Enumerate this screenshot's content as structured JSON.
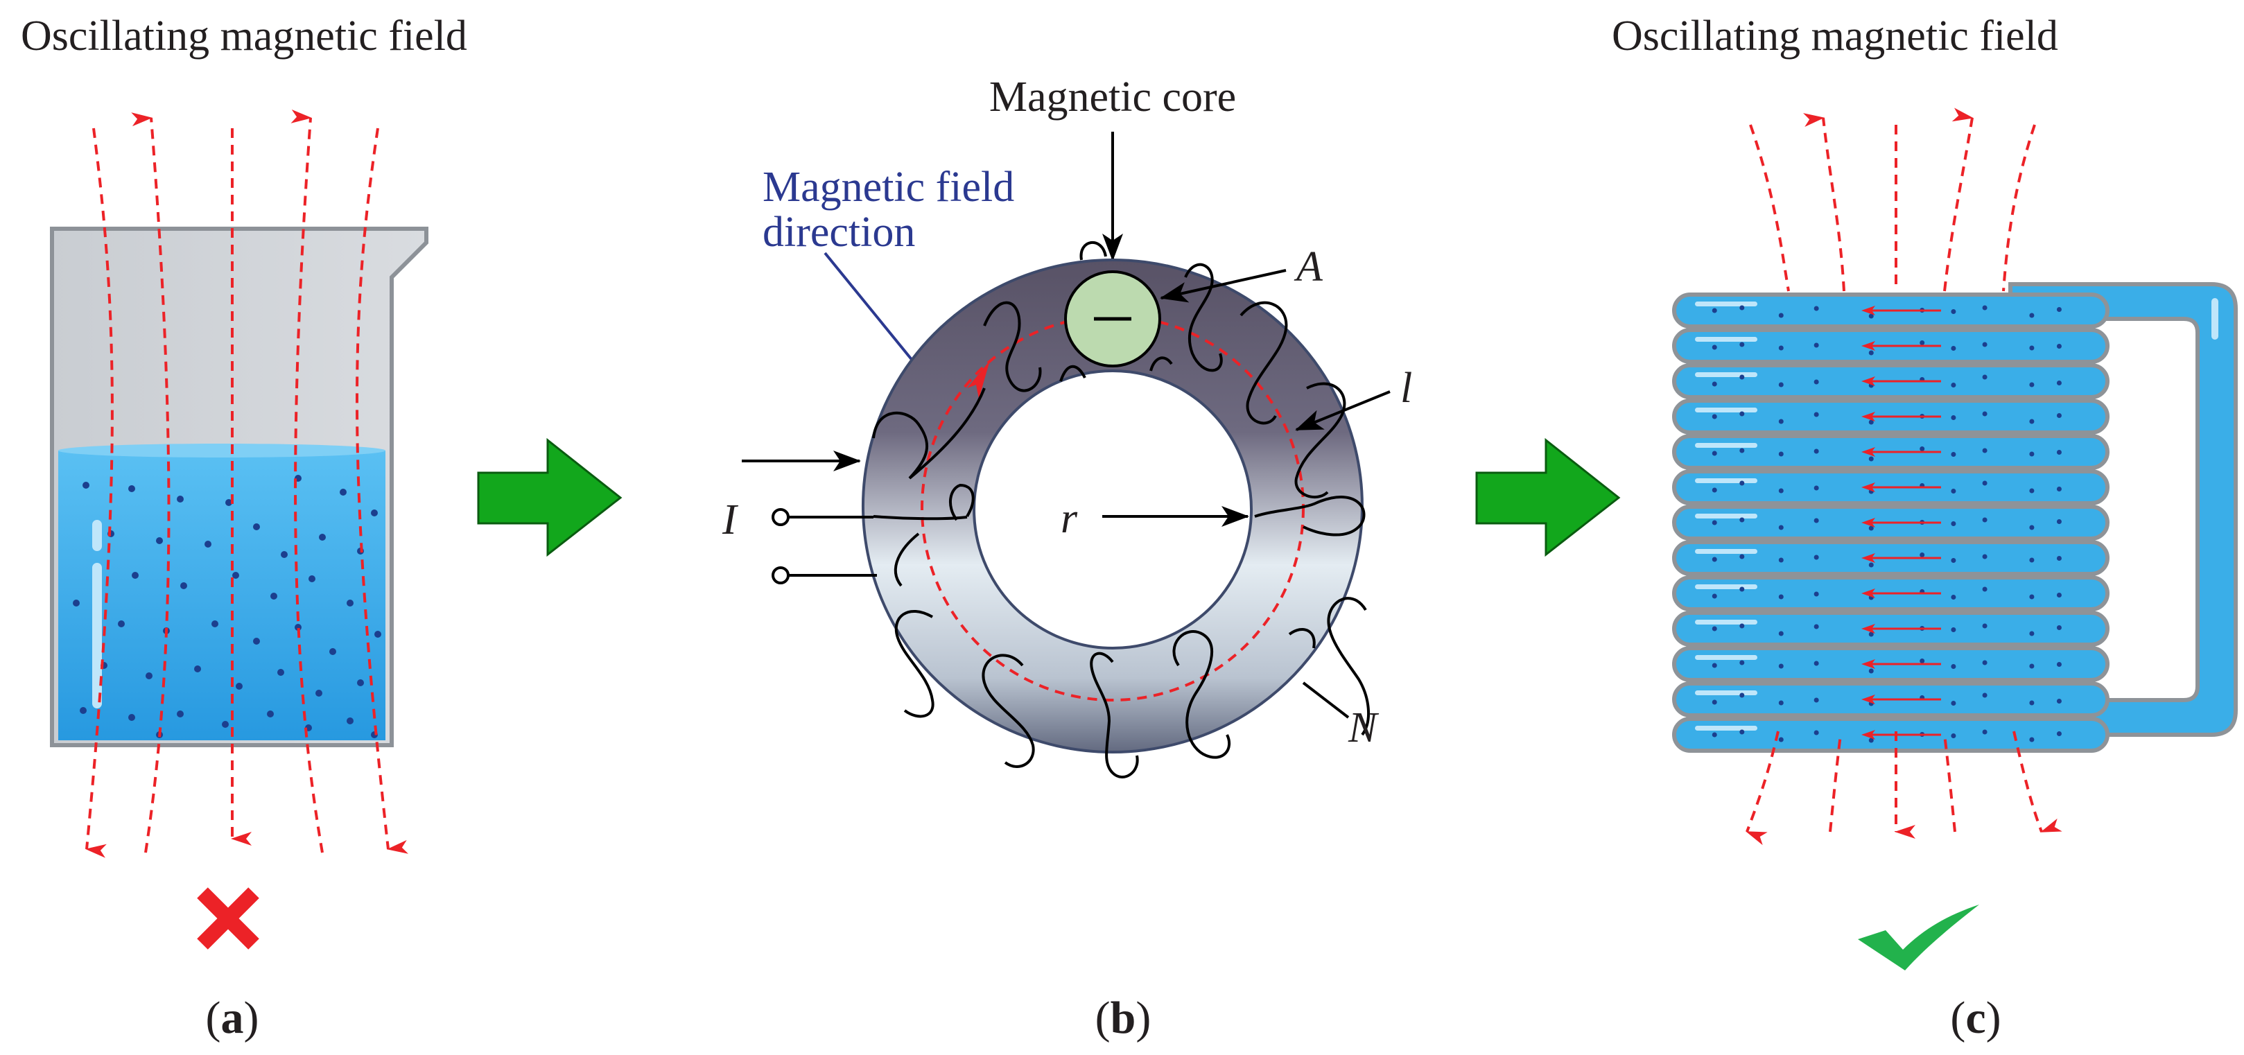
{
  "panel_a": {
    "title": "Oscillating magnetic field",
    "caption_open": "(",
    "caption_letter": "a",
    "caption_close": ")",
    "status_icon": "cross-mark-icon",
    "status_color": "#ec2227"
  },
  "panel_b": {
    "core_label": "Magnetic core",
    "field_label_line1": "Magnetic field",
    "field_label_line2": "direction",
    "label_A": "A",
    "label_l": "l",
    "label_I": "I",
    "label_r": "r",
    "label_N": "N",
    "caption_open": "(",
    "caption_letter": "b",
    "caption_close": ")"
  },
  "panel_c": {
    "title": "Oscillating magnetic field",
    "caption_open": "(",
    "caption_letter": "c",
    "caption_close": ")",
    "status_icon": "check-mark-icon",
    "status_color": "#22b24c"
  },
  "colors": {
    "field_lines": "#ec2227",
    "arrow_green": "#12a71c",
    "liquid_blue": "#35a8e8",
    "torus_dark": "#5a5468",
    "torus_light": "#dfe6ee",
    "label_blue": "#2b3990"
  }
}
